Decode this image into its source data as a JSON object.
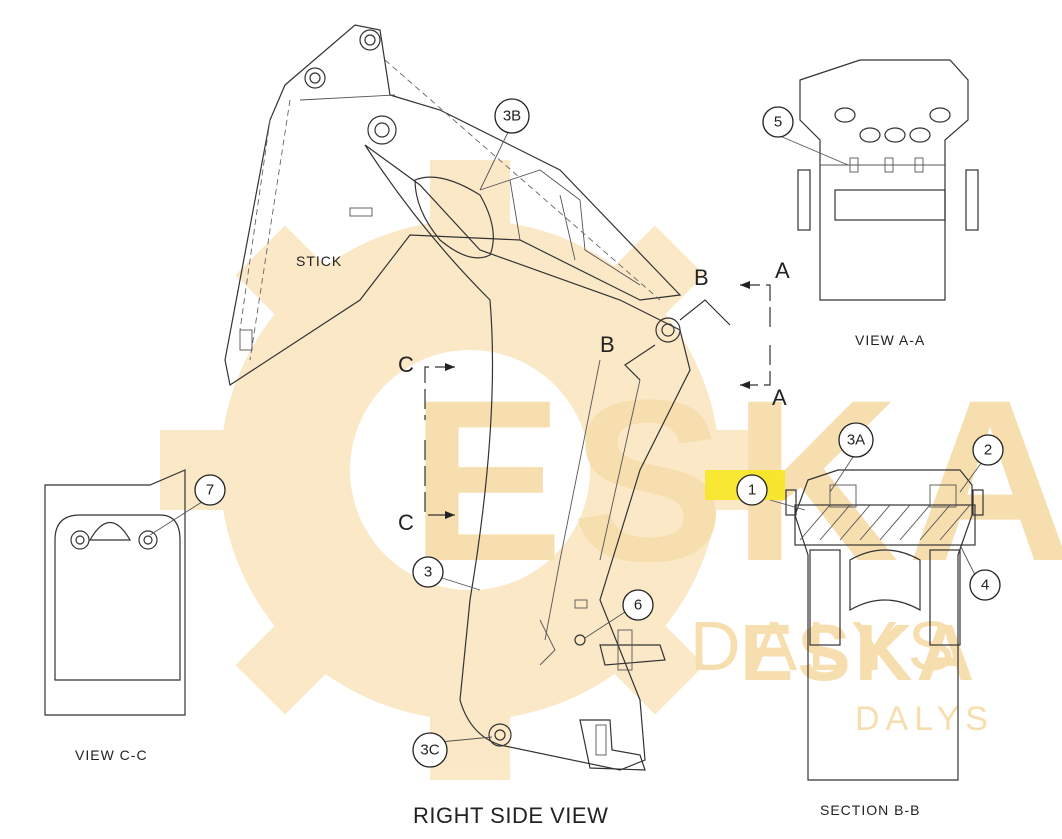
{
  "title": "RIGHT SIDE VIEW",
  "labels": {
    "stick": "STICK",
    "view_aa": "VIEW A-A",
    "view_cc": "VIEW C-C",
    "section_bb": "SECTION B-B",
    "sec_a_top": "A",
    "sec_a_bottom": "A",
    "sec_b_top": "B",
    "sec_b_left": "B",
    "sec_c_top": "C",
    "sec_c_bottom": "C"
  },
  "callouts": {
    "c1": "1",
    "c2": "2",
    "c3": "3",
    "c3a": "3A",
    "c3b": "3B",
    "c3c": "3C",
    "c4": "4",
    "c5": "5",
    "c6": "6",
    "c7": "7"
  },
  "watermark": {
    "brand": "ESKA",
    "subtitle": "DALYS",
    "color": "#f5c86a"
  },
  "highlight_color": "#f7e619"
}
